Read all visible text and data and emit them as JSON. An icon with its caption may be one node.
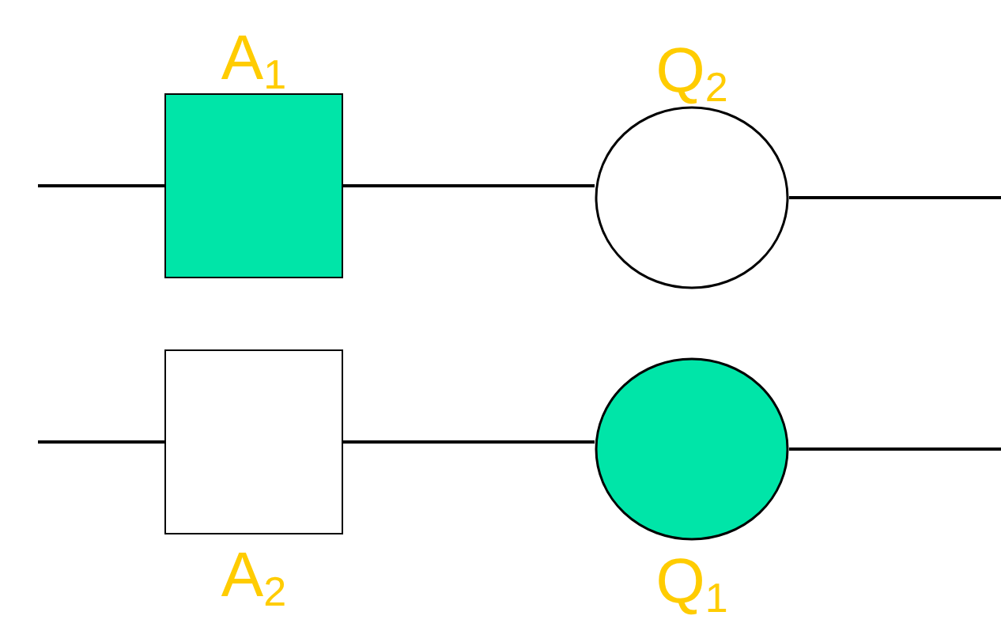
{
  "diagram": {
    "nodes": [
      {
        "text": [
          "A$_{1}$"
        ]
      },
      {
        "text": [
          "Q$_{2}$"
        ]
      },
      {
        "text": [
          "A$_{2}$"
        ]
      },
      {
        "text": [
          "Q$_{1}$"
        ]
      }
    ],
    "edges": [
      {
        "from": null,
        "to": 0,
        "arrow": "none"
      },
      {
        "from": 0,
        "to": 1,
        "arrow": "none"
      },
      {
        "from": 1,
        "to": null,
        "arrow": "none"
      },
      {
        "from": null,
        "to": 2,
        "arrow": "none"
      },
      {
        "from": 2,
        "to": 3,
        "arrow": "none"
      },
      {
        "from": 3,
        "to": null,
        "arrow": "none"
      }
    ]
  }
}
